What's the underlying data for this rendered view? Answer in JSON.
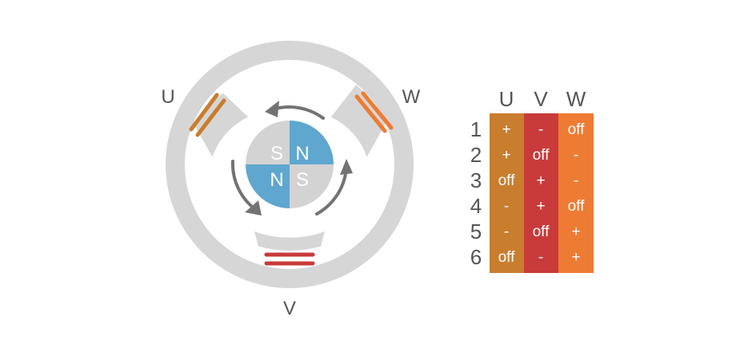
{
  "motor": {
    "phase_labels": {
      "u": "U",
      "w": "W",
      "v": "V"
    },
    "rotor_poles": {
      "top_left": "S",
      "top_right": "N",
      "bottom_left": "N",
      "bottom_right": "S"
    },
    "colors": {
      "stator": "#d6d6d6",
      "rotor_gray": "#d3d3d3",
      "rotor_blue": "#5fa7cf",
      "arrow": "#737373",
      "coil_u": "#c97d2e",
      "coil_w": "#ee7b33",
      "coil_v": "#c93a3a"
    }
  },
  "table": {
    "headers": [
      "U",
      "V",
      "W"
    ],
    "rows": [
      {
        "step": "1",
        "u": "+",
        "v": "-",
        "w": "off"
      },
      {
        "step": "2",
        "u": "+",
        "v": "off",
        "w": "-"
      },
      {
        "step": "3",
        "u": "off",
        "v": "+",
        "w": "-"
      },
      {
        "step": "4",
        "u": "-",
        "v": "+",
        "w": "off"
      },
      {
        "step": "5",
        "u": "-",
        "v": "off",
        "w": "+"
      },
      {
        "step": "6",
        "u": "off",
        "v": "-",
        "w": "+"
      }
    ],
    "column_colors": {
      "u": "#c97d2e",
      "v": "#c93a3a",
      "w": "#ee7b33"
    }
  }
}
